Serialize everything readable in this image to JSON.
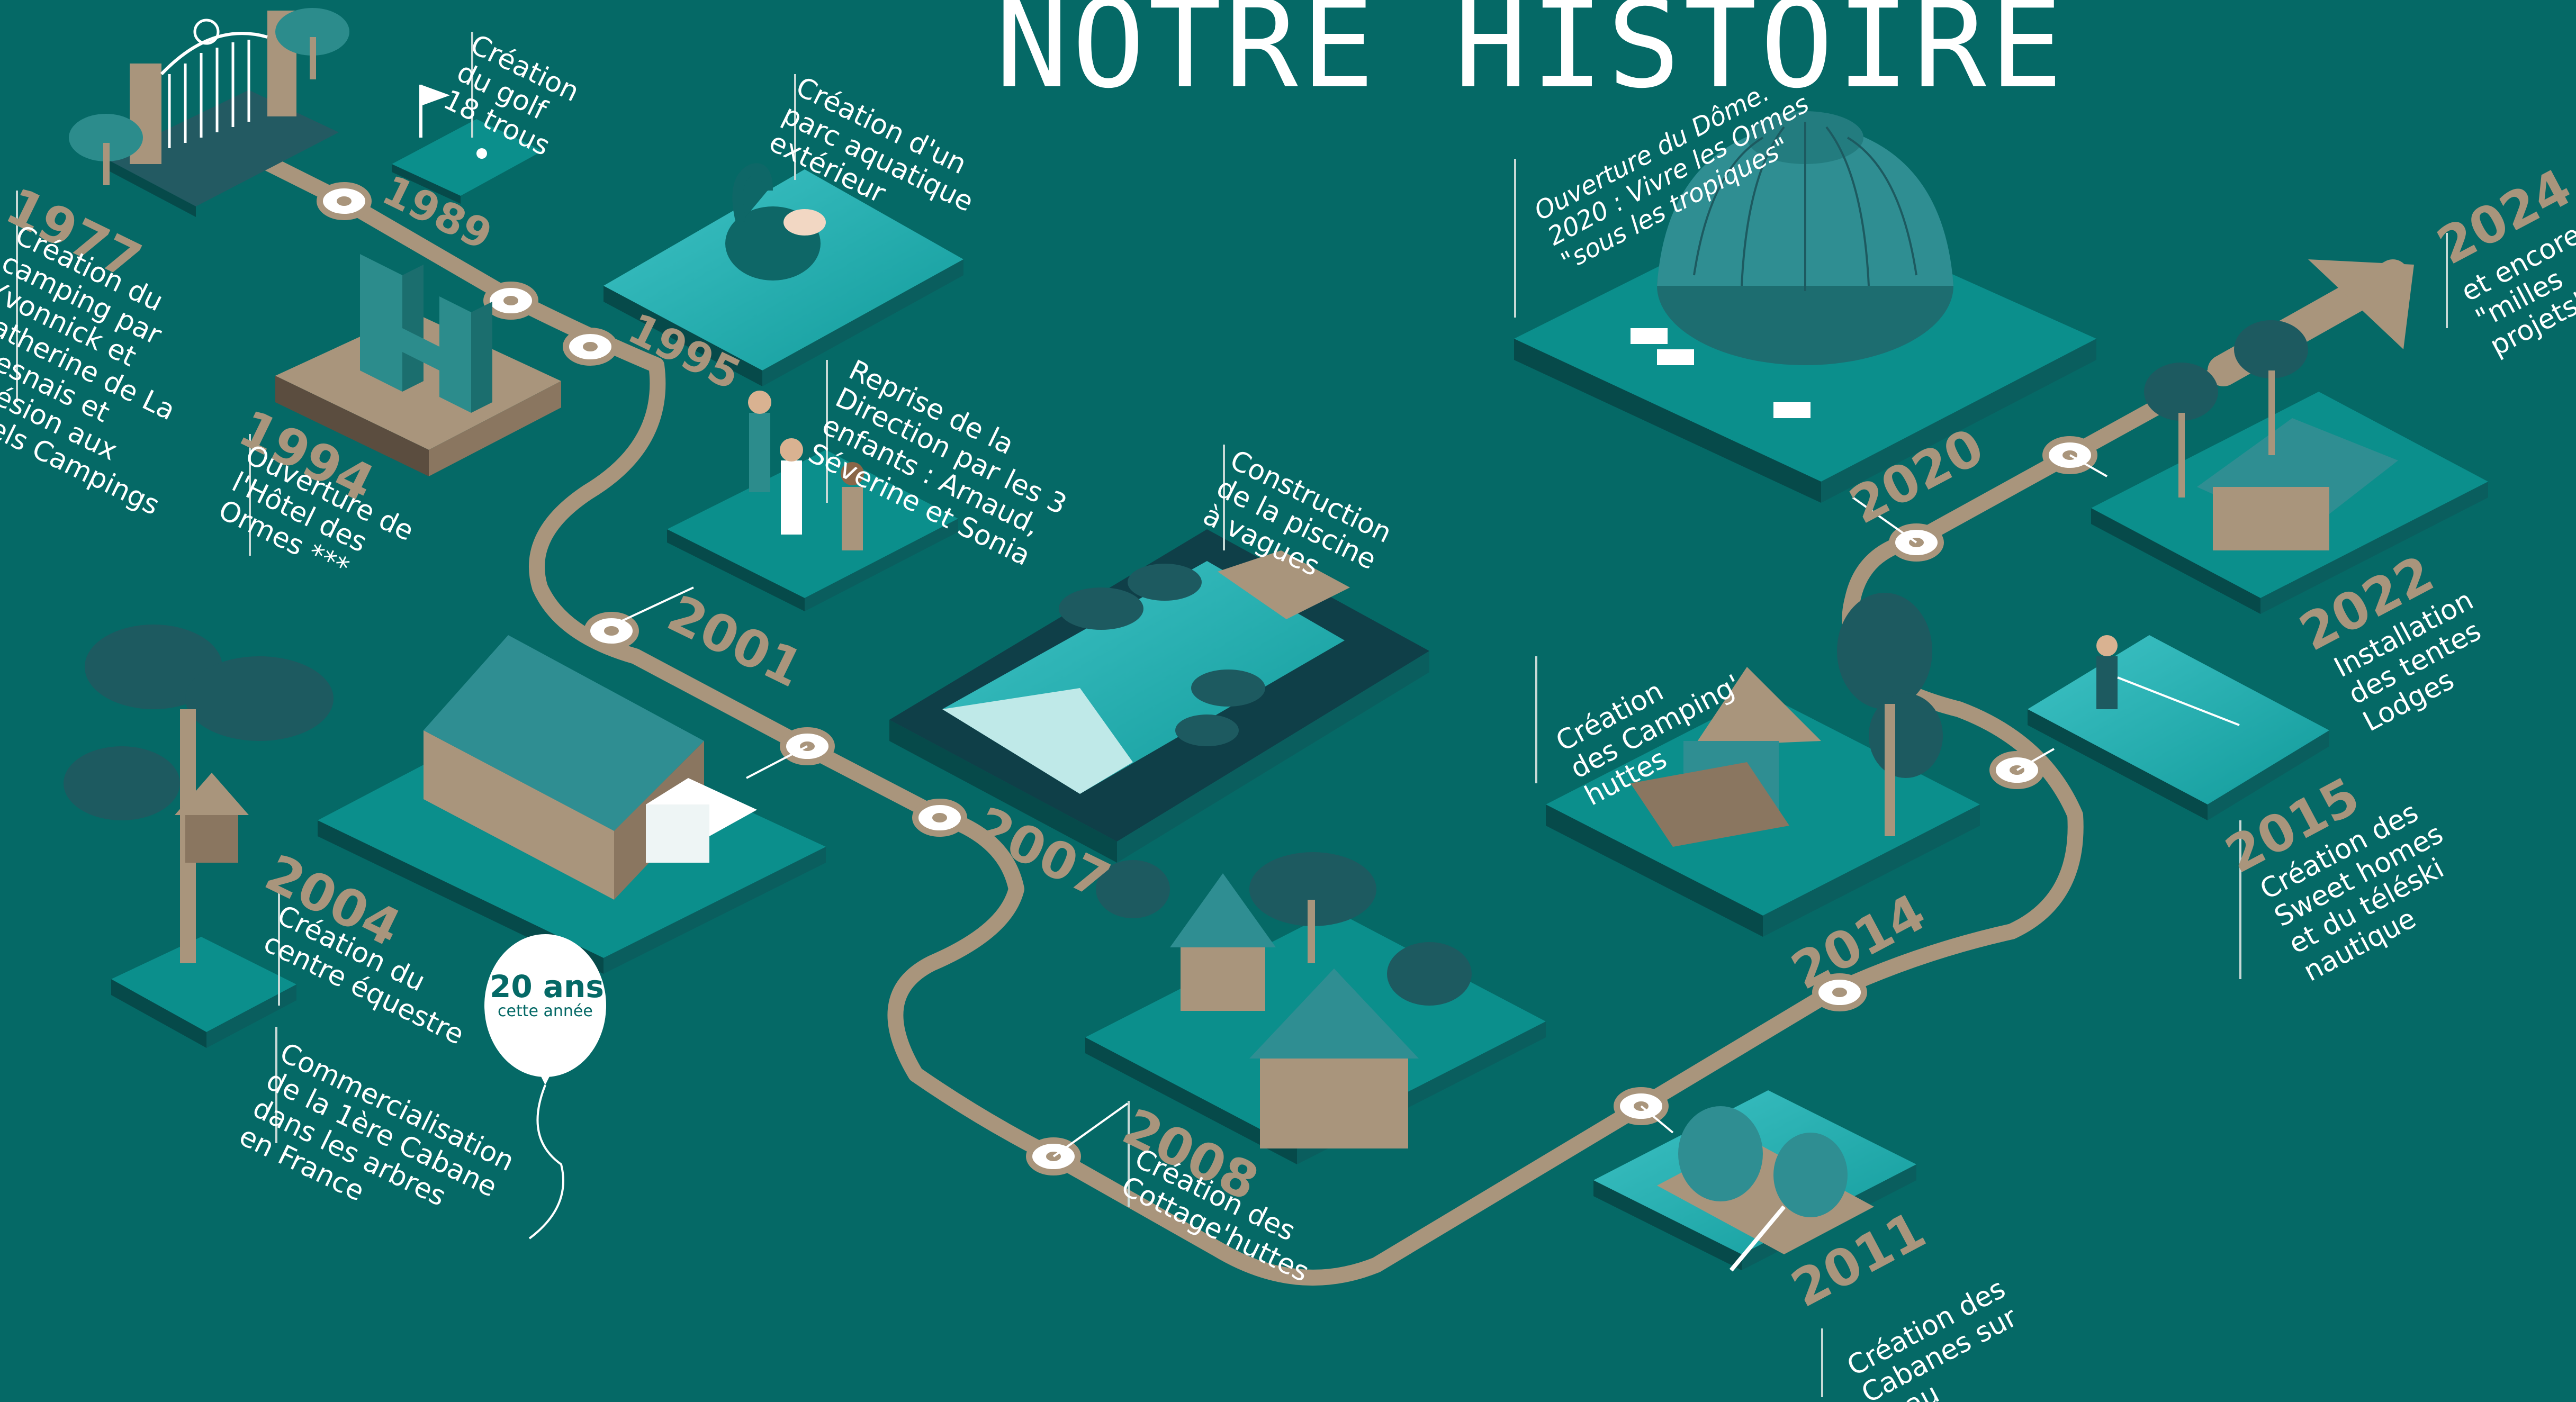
{
  "title": "NOTRE HISTOIRE",
  "balloon": {
    "headline": "20 ans",
    "subline": "cette année"
  },
  "milestones": [
    {
      "year": "1977",
      "text": "Création du\ncamping par\nYvonnick et\nCatherine de La\nChesnais et\nadhésion aux\nCastels Campings"
    },
    {
      "year": "1989",
      "text": "Création\ndu golf\n18 trous"
    },
    {
      "year": "1994",
      "text": "Ouverture de\nl'Hôtel des\nOrmes ***"
    },
    {
      "year": "1995",
      "text": "Création d'un\nparc aquatique\nextérieur"
    },
    {
      "year": "2001",
      "text": "Reprise de la\nDirection par les 3\nenfants : Arnaud,\nSéverine et Sonia"
    },
    {
      "year": "2004",
      "text": "Création du\ncentre équestre"
    },
    {
      "year": "2004",
      "text": "Commercialisation\nde la 1ère Cabane\ndans les arbres\nen France"
    },
    {
      "year": "2007",
      "text": "Construction\nde la piscine\nà vagues"
    },
    {
      "year": "2008",
      "text": "Création des\nCottage'huttes"
    },
    {
      "year": "2011",
      "text": "Création des\nCabanes sur\nl'eau"
    },
    {
      "year": "2014",
      "text": "Création\ndes Camping'\nhuttes"
    },
    {
      "year": "2015",
      "text": "Création des\nSweet homes\net du téléski\nnautique"
    },
    {
      "year": "2020",
      "text": "Ouverture du Dôme.\n2020 : Vivre les Ormes\n\"sous les tropiques\""
    },
    {
      "year": "2022",
      "text": "Installation\ndes tentes\nLodges"
    },
    {
      "year": "2024",
      "text": "et encore\n\"milles\nprojets\""
    }
  ],
  "colors": {
    "background": "#056966",
    "path": "#a9957c",
    "tile_top": "#0b8f8c",
    "tile_side": "#064a4a",
    "accent_light": "#ffffff"
  }
}
